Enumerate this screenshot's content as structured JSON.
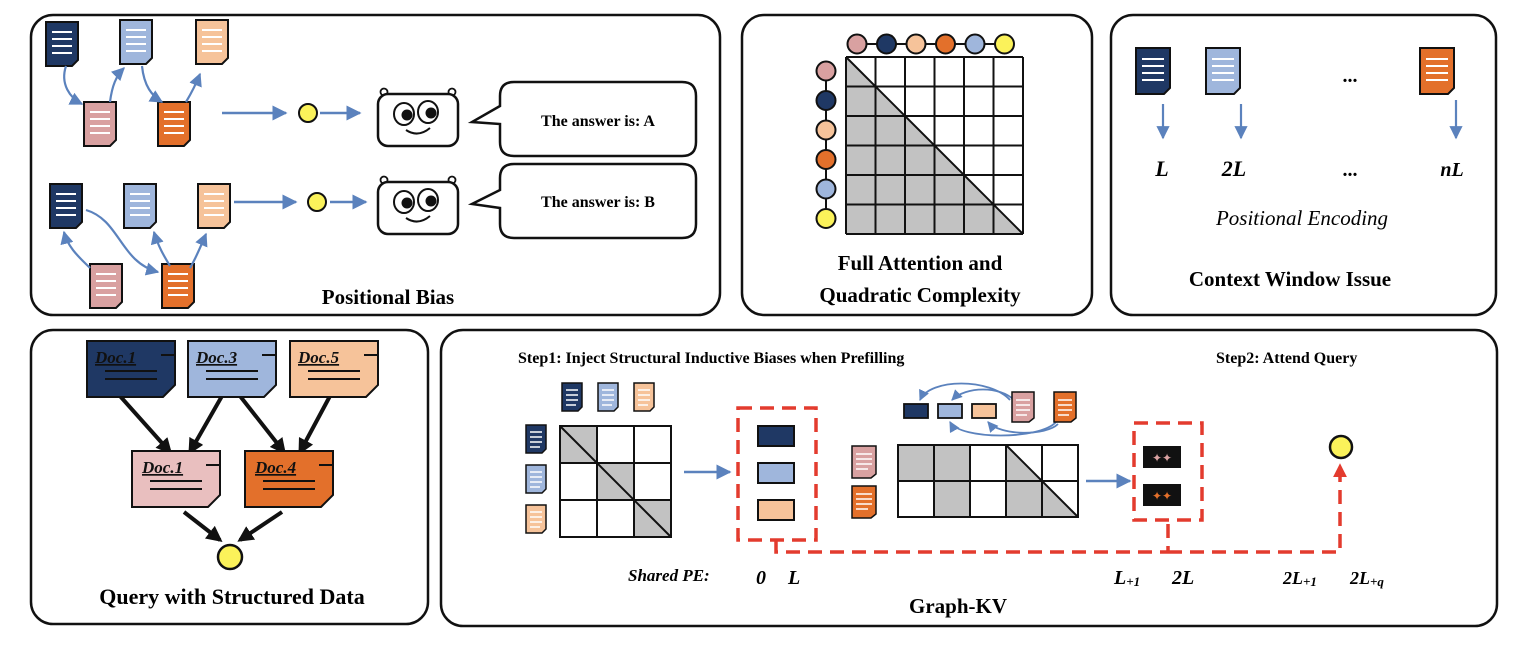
{
  "colors": {
    "navy": "#1f3864",
    "lightblue": "#9fb6dc",
    "peach": "#f6c39a",
    "pink": "#d9a1a1",
    "orange": "#e3702b",
    "yellow": "#fbf25a",
    "red_dash": "#e33b2e",
    "arrow": "#5b82bd",
    "gray": "#c2c2c2"
  },
  "positional_bias": {
    "title": "Positional Bias",
    "answer_a": "The answer is: A",
    "answer_b": "The answer is: B"
  },
  "full_attention": {
    "title_line1": "Full Attention and",
    "title_line2": "Quadratic Complexity"
  },
  "context_window": {
    "title": "Context Window Issue",
    "positions": [
      "L",
      "2L",
      "...",
      "nL"
    ],
    "dots": "...",
    "caption": "Positional Encoding"
  },
  "structured_query": {
    "title": "Query with Structured Data",
    "docs": [
      "Doc.1",
      "Doc.3",
      "Doc.5",
      "Doc.1",
      "Doc.4"
    ]
  },
  "graph_kv": {
    "title": "Graph-KV",
    "step1": "Step1: Inject Structural Inductive Biases when Prefilling",
    "step2": "Step2: Attend Query",
    "shared_pe": "Shared PE:",
    "pe_zero": "0",
    "pe_L": "L",
    "pe_L1_base": "L",
    "pe_L1_sub": "+1",
    "pe_2L": "2L",
    "pe_2L1_base": "2L",
    "pe_2L1_sub": "+1",
    "pe_2Lq_base": "2L",
    "pe_2Lq_sub": "+q"
  }
}
